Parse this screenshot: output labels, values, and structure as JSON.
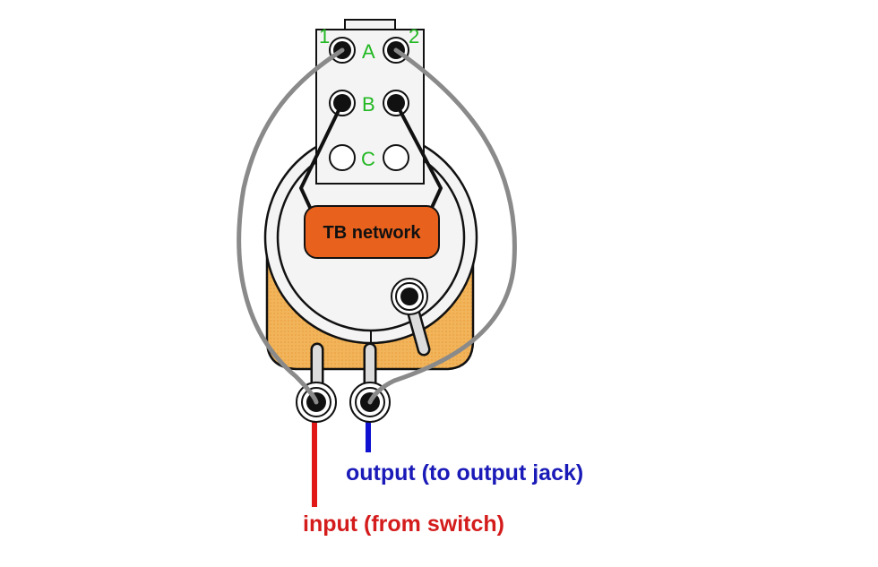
{
  "diagram": {
    "switch": {
      "rows": [
        "A",
        "B",
        "C"
      ],
      "columns": [
        "1",
        "2"
      ]
    },
    "component_label": "TB network",
    "labels": {
      "output": "output (to output jack)",
      "input": "input (from switch)"
    },
    "colors": {
      "pin_label": "#22b822",
      "component_fill": "#e8621e",
      "pot_body": "#f2b45a",
      "wire_gray": "#8a8a8a",
      "wire_input": "#e01818",
      "wire_output": "#1010d0",
      "output_text": "#1a1ab8",
      "input_text": "#d41c1c"
    }
  }
}
